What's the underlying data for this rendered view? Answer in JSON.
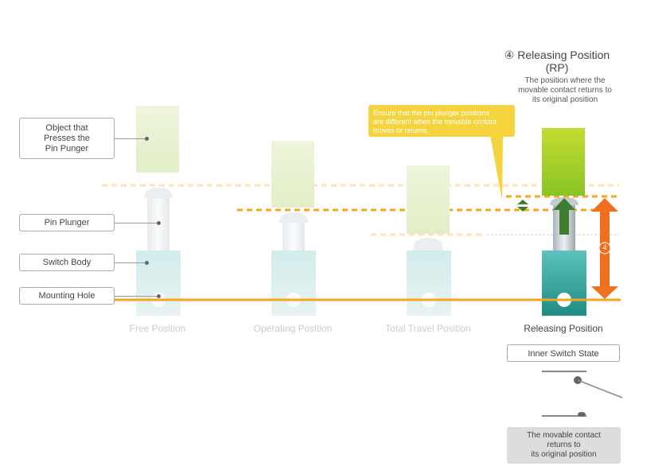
{
  "title": {
    "circled_number": "④",
    "line1": "Releasing Position",
    "line2": "(RP)"
  },
  "description": {
    "line1": "The position where the",
    "line2": "movable contact returns to",
    "line3": "its original position"
  },
  "callout": {
    "line1": "Ensure that the pin plunger positions",
    "line2": "are different when the movable contact",
    "line3": "moves or returns."
  },
  "part_labels": {
    "object_line1": "Object that",
    "object_line2": "Presses the",
    "object_line3": "Pin Punger",
    "plunger": "Pin Plunger",
    "body": "Switch Body",
    "hole": "Mounting Hole"
  },
  "positions": [
    "Free Position",
    "Operating Position",
    "Total Travel Position",
    "Releasing Position"
  ],
  "active_position": "Releasing Position",
  "stroke_badge": "4",
  "state_box": "Inner Switch State",
  "note": {
    "line1": "The movable contact",
    "line2": "returns to",
    "line3": "its original position"
  },
  "colors": {
    "orange": "#f7a51c",
    "dark_orange": "#f07020",
    "lime": "#a8d224",
    "teal": "#3fb5b0",
    "arrow_green": "#3f7d2e",
    "callout_yellow": "#f5d33f"
  }
}
